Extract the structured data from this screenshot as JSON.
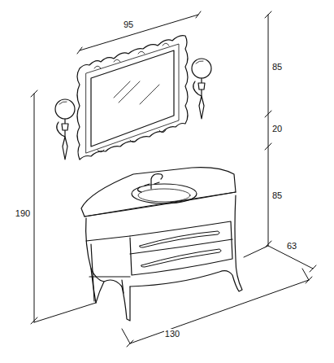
{
  "diagram": {
    "labels": [
      "95",
      "85",
      "20",
      "85",
      "190",
      "63",
      "130"
    ]
  }
}
